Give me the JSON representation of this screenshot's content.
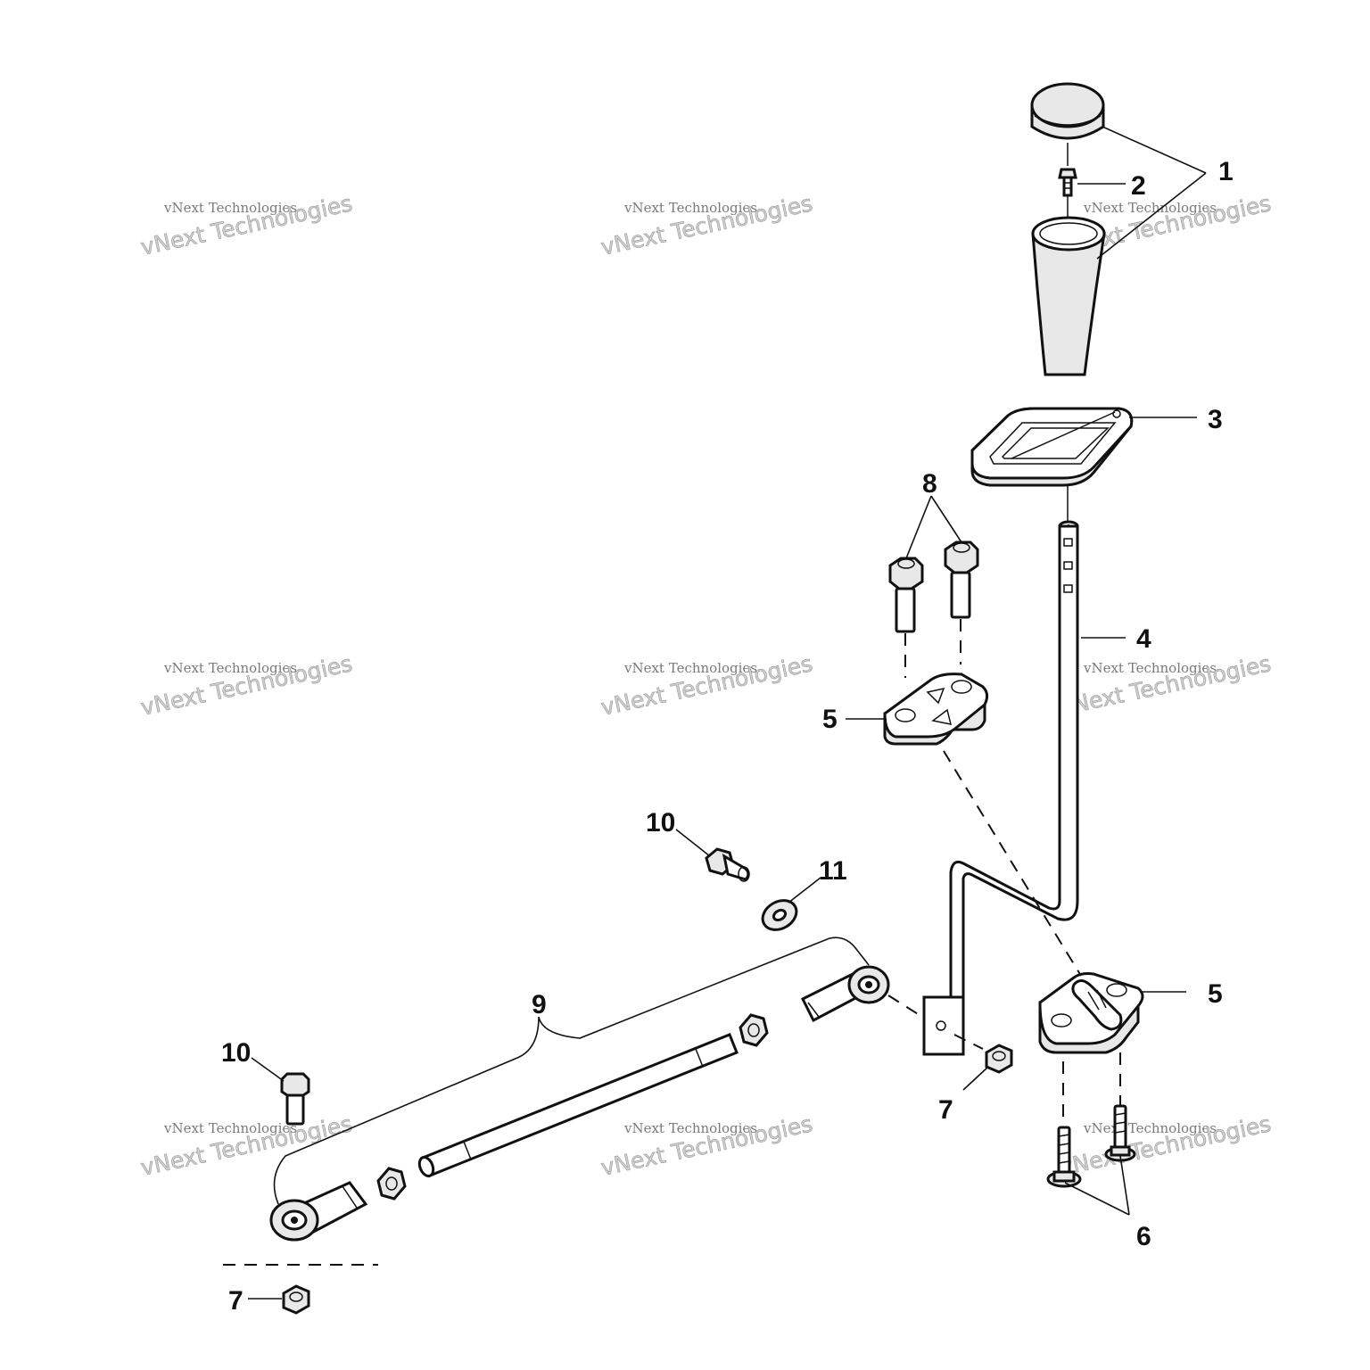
{
  "callouts": {
    "c1": "1",
    "c2": "2",
    "c3": "3",
    "c4": "4",
    "c5a": "5",
    "c5b": "5",
    "c6": "6",
    "c7a": "7",
    "c7b": "7",
    "c8": "8",
    "c9": "9",
    "c10a": "10",
    "c10b": "10",
    "c11": "11"
  },
  "watermark": {
    "line1": "vNext Technologies",
    "line2": "vNext Technologies"
  },
  "colors": {
    "ink": "#111111",
    "watermark": "#9a9a9a",
    "background": "#ffffff"
  }
}
